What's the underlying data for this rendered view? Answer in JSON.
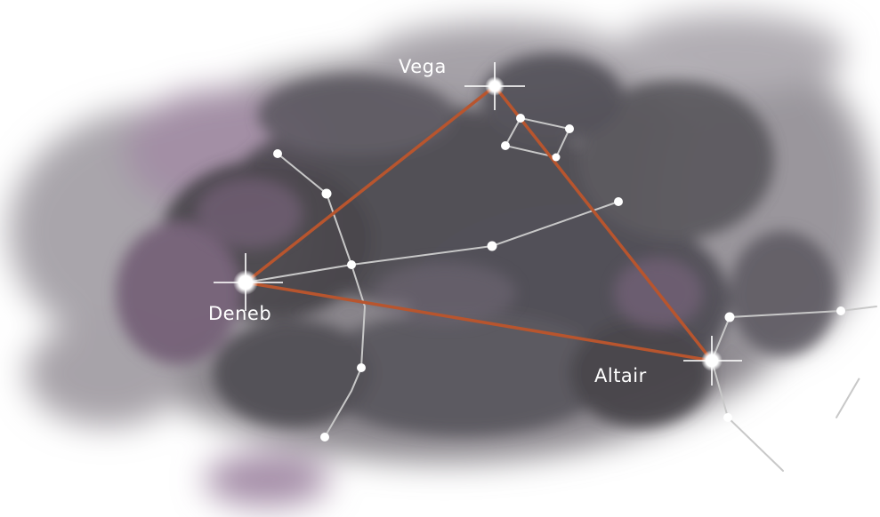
{
  "stars": {
    "vega": {
      "name": "Vega"
    },
    "deneb": {
      "name": "Deneb"
    },
    "altair": {
      "name": "Altair"
    }
  },
  "colors": {
    "triangle_line": "#b8552e",
    "constellation_line": "#c9c9c9",
    "star": "#ffffff",
    "nebula_dark": "#3e3c40",
    "nebula_mid": "#6b6670",
    "nebula_light": "#b8b4ba",
    "nebula_purple": "#7a5f7d"
  }
}
